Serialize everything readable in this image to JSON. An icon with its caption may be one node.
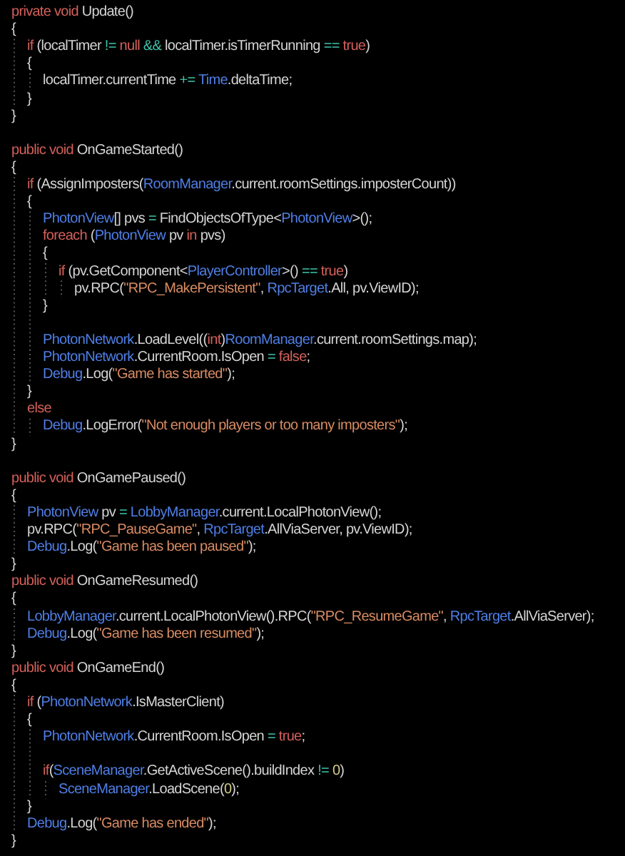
{
  "diagram": {
    "labels": [
      "private void Update()",
      "{",
      "if (localTimer != null && localTimer.isTimerRunning == true)",
      "{",
      "localTimer.currentTime += Time.deltaTime;",
      "}",
      "}",
      "public void OnGameStarted()",
      "{",
      "if (AssignImposters(RoomManager.current.roomSettings.imposterCount))",
      "{",
      "PhotonView[] pvs = FindObjectsOfType<PhotonView>();",
      "foreach (PhotonView pv in pvs)",
      "{",
      "if (pv.GetComponent<PlayerController>() == true)",
      "pv.RPC(\"RPC_MakePersistent\", RpcTarget.All, pv.ViewID);",
      "}",
      "PhotonNetwork.LoadLevel((int)RoomManager.current.roomSettings.map);",
      "PhotonNetwork.CurrentRoom.IsOpen = false;",
      "Debug.Log(\"Game has started\");",
      "}",
      "else",
      "Debug.LogError(\"Not enough players or too many imposters\");",
      "}",
      "public void OnGamePaused()",
      "{",
      "PhotonView pv = LobbyManager.current.LocalPhotonView();",
      "pv.RPC(\"RPC_PauseGame\", RpcTarget.AllViaServer, pv.ViewID);",
      "Debug.Log(\"Game has been paused\");",
      "}",
      "public void OnGameResumed()",
      "{",
      "LobbyManager.current.LocalPhotonView().RPC(\"RPC_ResumeGame\", RpcTarget.AllViaServer);",
      "Debug.Log(\"Game has been resumed\");",
      "}",
      "public void OnGameEnd()",
      "{",
      "if (PhotonNetwork.IsMasterClient)",
      "{",
      "PhotonNetwork.CurrentRoom.IsOpen = true;",
      "if(SceneManager.GetActiveScene().buildIndex != 0)",
      "SceneManager.LoadScene(0);",
      "}",
      "Debug.Log(\"Game has ended\");",
      "}"
    ]
  }
}
